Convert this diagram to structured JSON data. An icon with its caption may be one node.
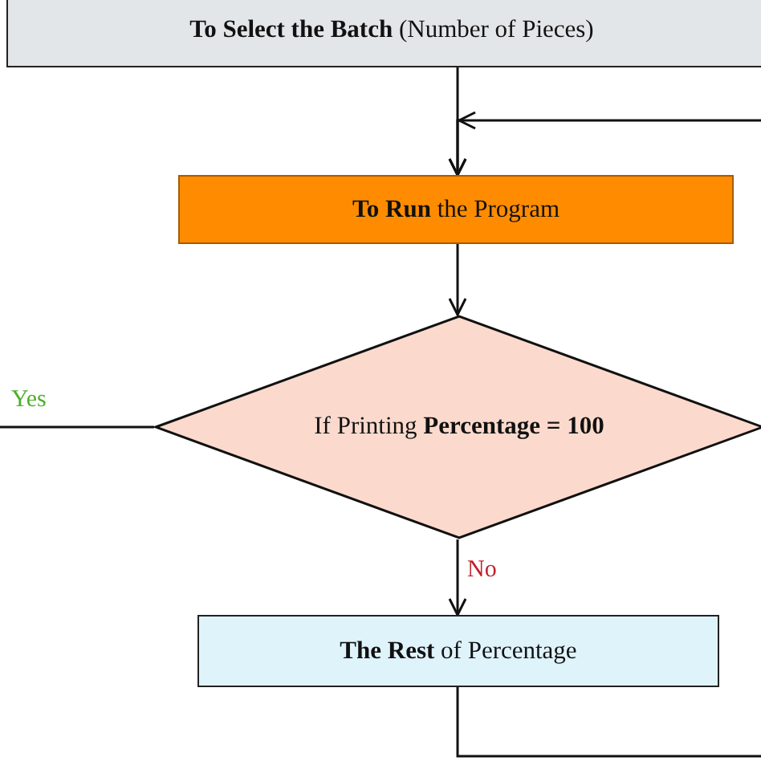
{
  "diagram": {
    "nodes": [
      {
        "text": [
          "**To Select the Batch** (Number of Pieces)"
        ]
      },
      {
        "text": [
          "**To Run** the Program"
        ]
      },
      {
        "text": [
          "If Printing **Percentage = 100**"
        ]
      },
      {
        "text": [
          "**The Rest** of Percentage"
        ]
      }
    ],
    "edges": [
      {
        "from": 0,
        "to": 1,
        "arrow": "to"
      },
      {
        "from": 3,
        "to": 1,
        "arrow": "to"
      },
      {
        "from": 1,
        "to": 2,
        "arrow": "to"
      },
      {
        "from": 2,
        "to": null,
        "arrow": "none",
        "label": "Yes"
      },
      {
        "from": 2,
        "to": 3,
        "arrow": "to",
        "label": "No"
      }
    ]
  }
}
